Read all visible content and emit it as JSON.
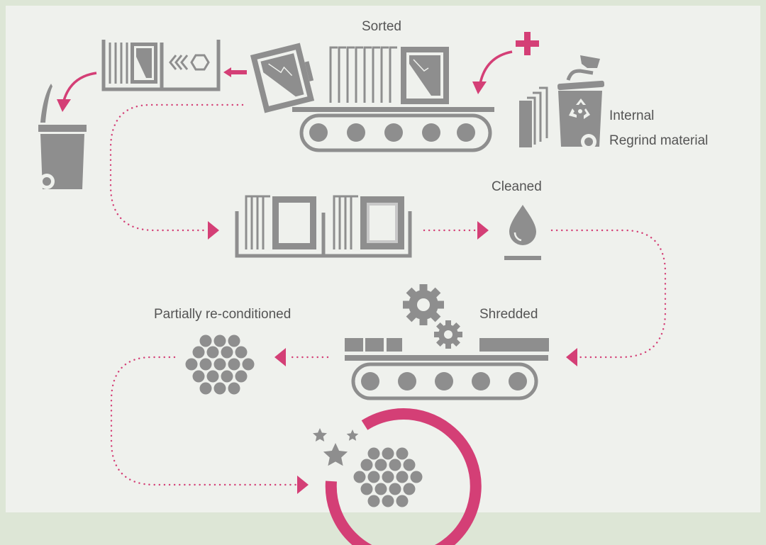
{
  "labels": {
    "sorted": "Sorted",
    "internal": "Internal",
    "regrind": "Regrind material",
    "cleaned": "Cleaned",
    "shredded": "Shredded",
    "partial": "Partially re-conditioned"
  },
  "icons": {
    "conveyor": "conveyor-belt-icon",
    "window": "window-frame-icon",
    "bin": "waste-bin-icon",
    "recycle_bin": "recycle-bin-icon",
    "drop": "water-drop-icon",
    "gears": "gears-icon",
    "pellets": "pellets-icon",
    "stars": "star-icon",
    "plus": "plus-icon"
  },
  "colors": {
    "background": "#dde6d6",
    "panel": "#eff1ed",
    "icon_gray": "#8e8e8e",
    "accent": "#d43f76"
  }
}
